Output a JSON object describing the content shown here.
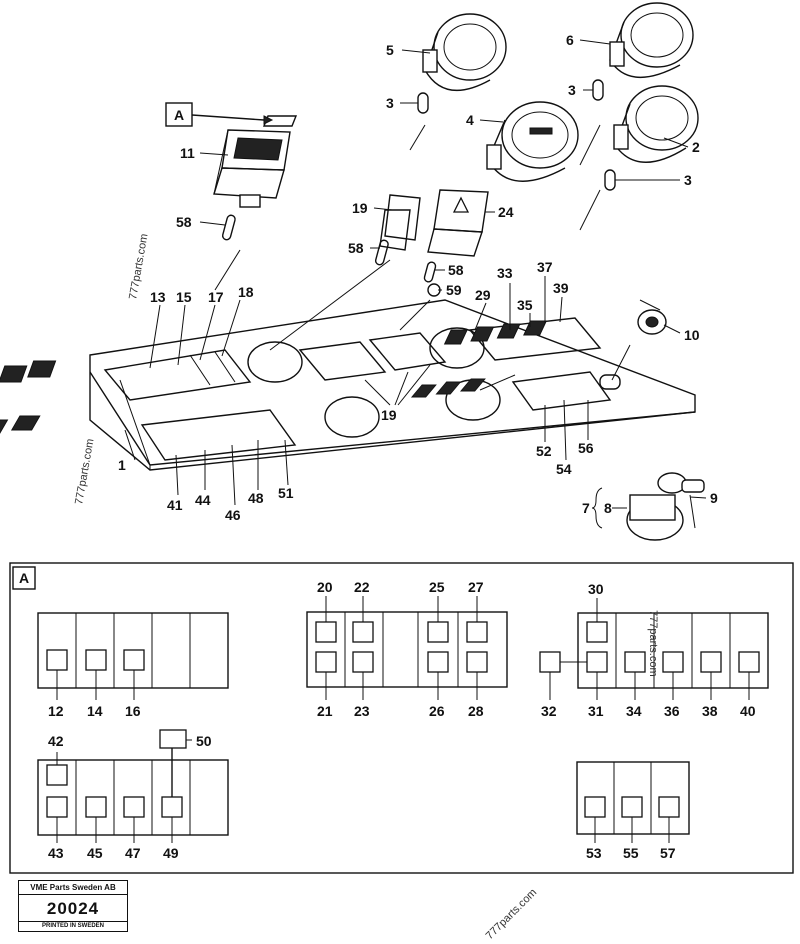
{
  "callouts": {
    "c1": "1",
    "c2": "2",
    "c3a": "3",
    "c3b": "3",
    "c3c": "3",
    "c4": "4",
    "c5": "5",
    "c6": "6",
    "c7": "7",
    "c8": "8",
    "c9": "9",
    "c10": "10",
    "c11": "11",
    "c12": "12",
    "c13": "13",
    "c14": "14",
    "c15": "15",
    "c16": "16",
    "c17": "17",
    "c18": "18",
    "c19a": "19",
    "c19b": "19",
    "c20": "20",
    "c21": "21",
    "c22": "22",
    "c23": "23",
    "c24": "24",
    "c25": "25",
    "c26": "26",
    "c27": "27",
    "c28": "28",
    "c29": "29",
    "c30": "30",
    "c31": "31",
    "c32": "32",
    "c33": "33",
    "c34": "34",
    "c35": "35",
    "c36": "36",
    "c37": "37",
    "c38": "38",
    "c39": "39",
    "c40": "40",
    "c41": "41",
    "c42": "42",
    "c43": "43",
    "c44": "44",
    "c45": "45",
    "c46": "46",
    "c47": "47",
    "c48": "48",
    "c49": "49",
    "c50": "50",
    "c51": "51",
    "c52": "52",
    "c53": "53",
    "c54": "54",
    "c55": "55",
    "c56": "56",
    "c57": "57",
    "c58a": "58",
    "c58b": "58",
    "c58c": "58",
    "c59": "59"
  },
  "detail_marker": "A",
  "detail_section_label": "A",
  "watermarks": {
    "w1": "777parts.com",
    "w2": "777parts.com",
    "w3": "777parts.com",
    "w4": "777parts.com"
  },
  "plate": {
    "company": "VME Parts Sweden AB",
    "number": "20024",
    "printed": "PRINTED IN SWEDEN"
  }
}
